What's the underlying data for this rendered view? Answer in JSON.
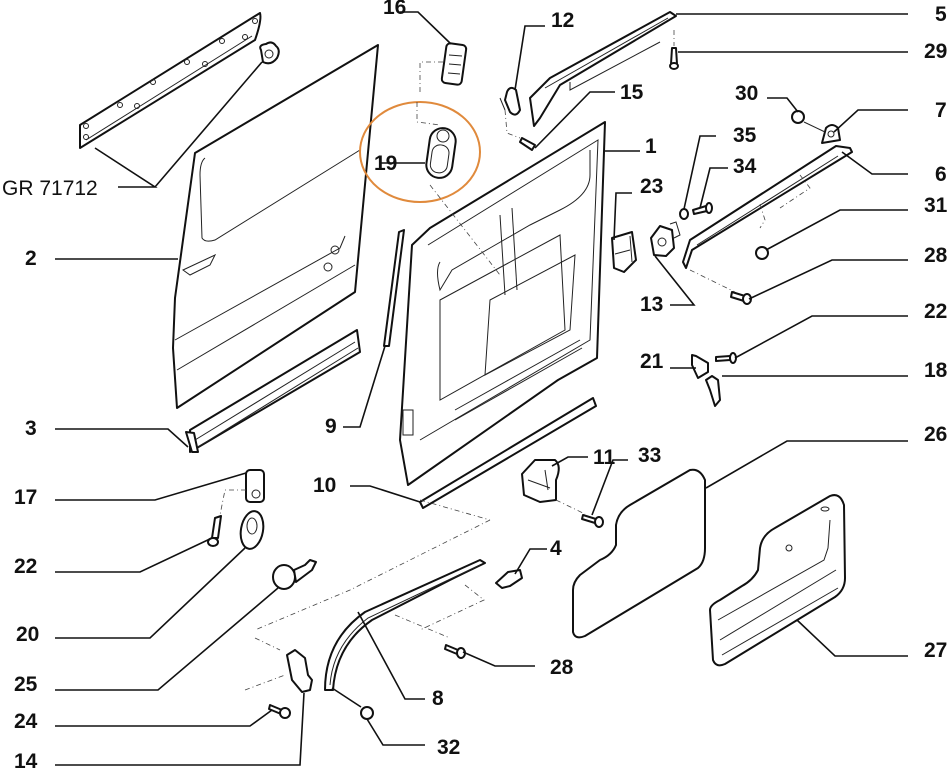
{
  "diagram": {
    "title": "Sliding side door exploded parts diagram",
    "highlight_color": "#E08A3C",
    "highlighted_part": "19",
    "group_reference": "GR 71712",
    "labels": [
      {
        "id": "l1",
        "text": "1"
      },
      {
        "id": "l2",
        "text": "2"
      },
      {
        "id": "l3",
        "text": "3"
      },
      {
        "id": "l4",
        "text": "4"
      },
      {
        "id": "l5",
        "text": "5"
      },
      {
        "id": "l6",
        "text": "6"
      },
      {
        "id": "l7",
        "text": "7"
      },
      {
        "id": "l8",
        "text": "8"
      },
      {
        "id": "l9",
        "text": "9"
      },
      {
        "id": "l10",
        "text": "10"
      },
      {
        "id": "l11",
        "text": "11"
      },
      {
        "id": "l12",
        "text": "12"
      },
      {
        "id": "l13",
        "text": "13"
      },
      {
        "id": "l14",
        "text": "14"
      },
      {
        "id": "l15",
        "text": "15"
      },
      {
        "id": "l16",
        "text": "16"
      },
      {
        "id": "l17",
        "text": "17"
      },
      {
        "id": "l18",
        "text": "18"
      },
      {
        "id": "l19",
        "text": "19"
      },
      {
        "id": "l20",
        "text": "20"
      },
      {
        "id": "l21",
        "text": "21"
      },
      {
        "id": "l22a",
        "text": "22"
      },
      {
        "id": "l22b",
        "text": "22"
      },
      {
        "id": "l23",
        "text": "23"
      },
      {
        "id": "l24",
        "text": "24"
      },
      {
        "id": "l25",
        "text": "25"
      },
      {
        "id": "l26",
        "text": "26"
      },
      {
        "id": "l27",
        "text": "27"
      },
      {
        "id": "l28a",
        "text": "28"
      },
      {
        "id": "l28b",
        "text": "28"
      },
      {
        "id": "l29",
        "text": "29"
      },
      {
        "id": "l30",
        "text": "30"
      },
      {
        "id": "l31",
        "text": "31"
      },
      {
        "id": "l32",
        "text": "32"
      },
      {
        "id": "l33",
        "text": "33"
      },
      {
        "id": "l34",
        "text": "34"
      },
      {
        "id": "l35",
        "text": "35"
      }
    ]
  }
}
